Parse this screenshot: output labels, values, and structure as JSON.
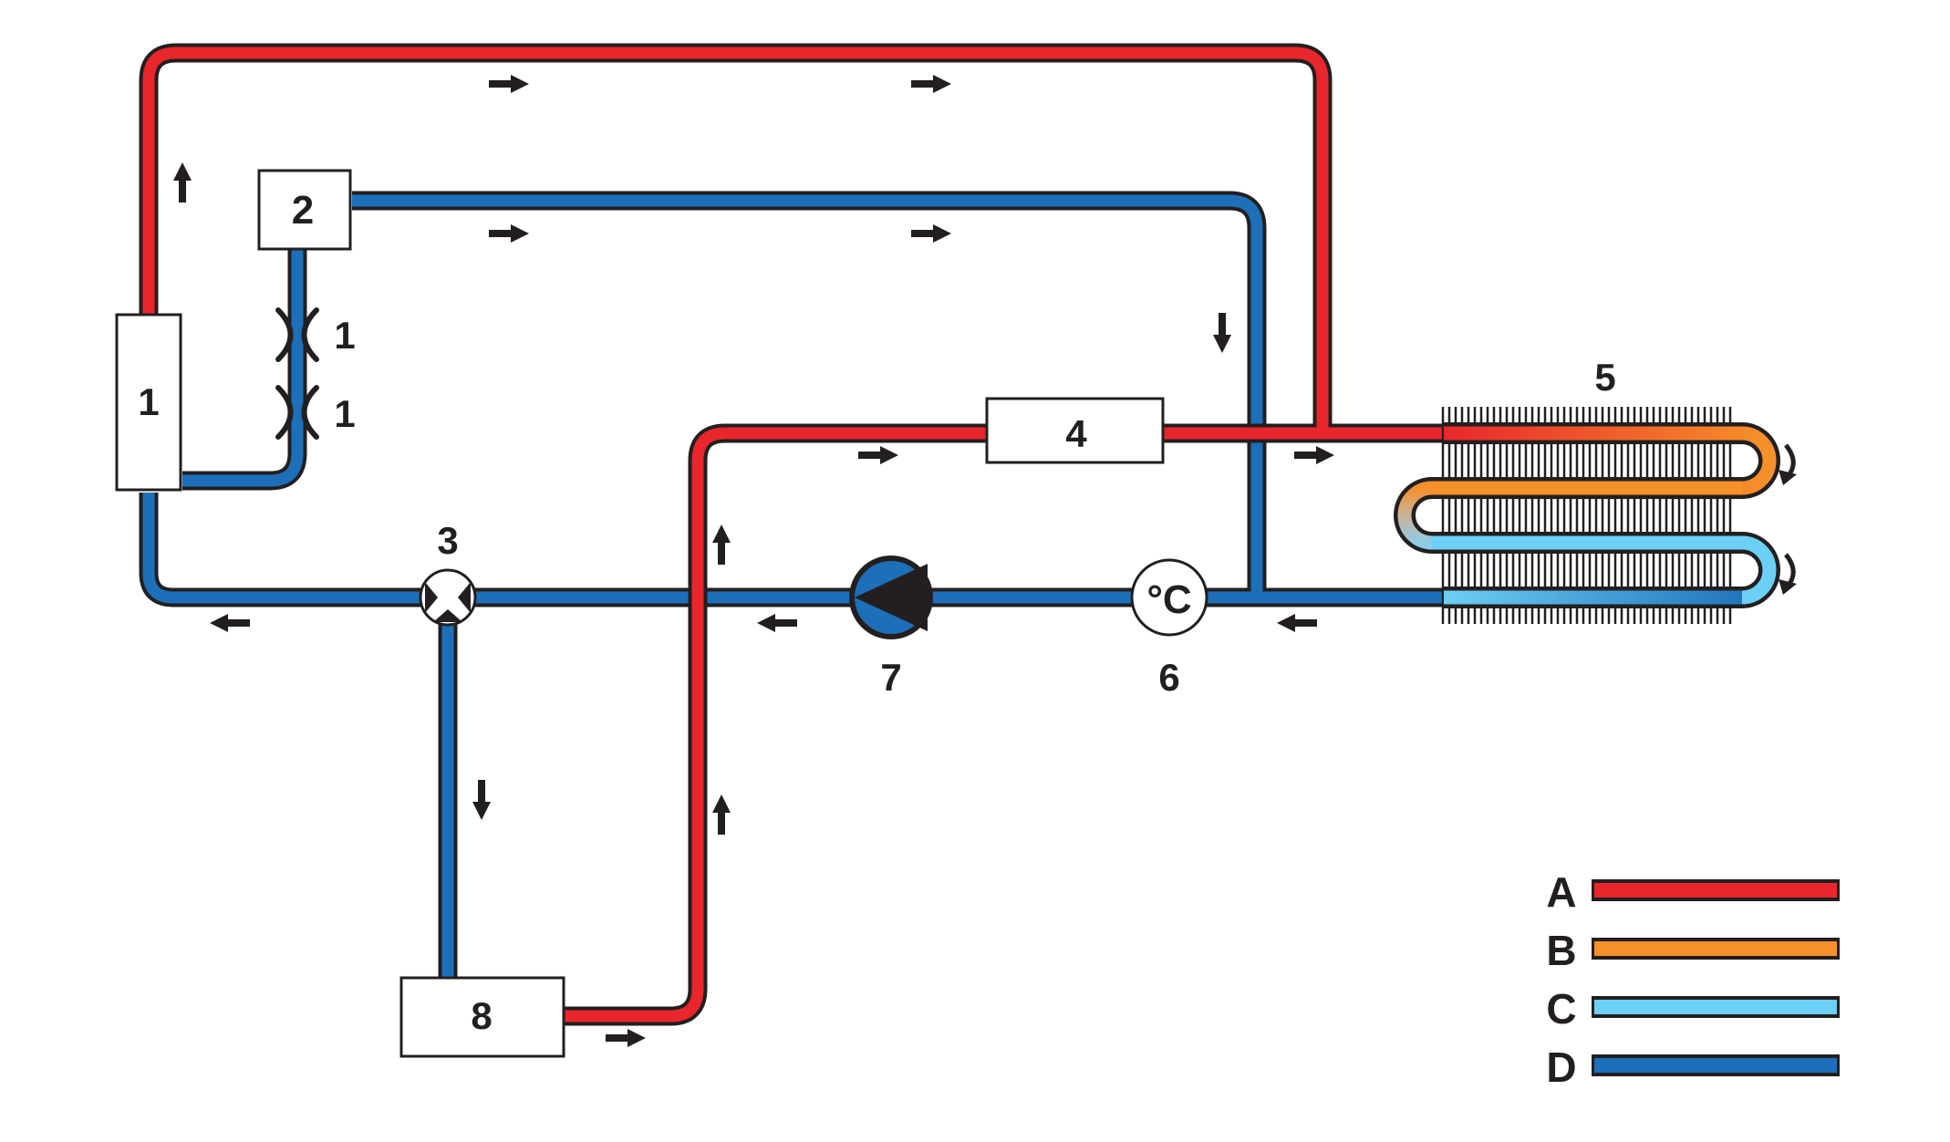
{
  "components": {
    "c1": {
      "label": "1"
    },
    "c2": {
      "label": "2"
    },
    "valve_upper": {
      "label": "1"
    },
    "valve_lower": {
      "label": "1"
    },
    "c3": {
      "label": "3"
    },
    "c4": {
      "label": "4"
    },
    "c5": {
      "label": "5"
    },
    "c6": {
      "label": "6",
      "symbol": "°C"
    },
    "c7": {
      "label": "7"
    },
    "c8": {
      "label": "8"
    }
  },
  "legend": [
    {
      "label": "A",
      "color": "#e8262b"
    },
    {
      "label": "B",
      "color": "#f5902a"
    },
    {
      "label": "C",
      "color": "#6ccff5"
    },
    {
      "label": "D",
      "color": "#1c6fb8"
    }
  ],
  "colors": {
    "outline": "#231f20",
    "hot": "#e8262b",
    "warm": "#f5902a",
    "cool": "#6ccff5",
    "cold": "#1c6fb8"
  },
  "icons": [
    "arrow-right-icon",
    "arrow-left-icon",
    "arrow-up-icon",
    "arrow-down-icon",
    "expansion-valve-icon",
    "pump-icon",
    "thermometer-icon",
    "three-way-valve-icon"
  ]
}
